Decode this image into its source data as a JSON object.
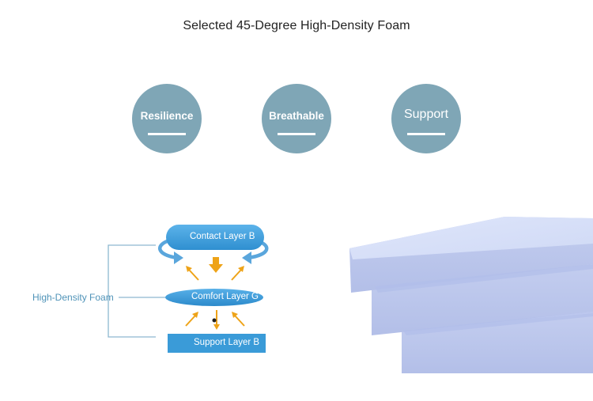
{
  "title": "Selected 45-Degree High-Density Foam",
  "features": [
    {
      "label": "Resilience"
    },
    {
      "label": "Breathable"
    },
    {
      "label": "Support"
    }
  ],
  "diagram": {
    "group_label": "High-Density Foam",
    "layers": [
      {
        "label": "Contact Layer B"
      },
      {
        "label": "Comfort Layer G"
      },
      {
        "label": "Support Layer B"
      }
    ]
  },
  "colors": {
    "badge": "#7fa6b6",
    "layer_blue": "#3a9bd8",
    "arrow_orange": "#eea318",
    "bracket": "#8db8d0",
    "foam": "#c9d3f2"
  }
}
